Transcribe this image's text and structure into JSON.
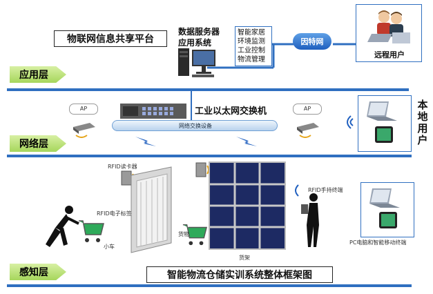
{
  "title": "智能物流仓储实训系统整体框架图",
  "layers": {
    "app": "应用层",
    "net": "网络层",
    "sense": "感知层"
  },
  "app_layer": {
    "platform": "物联网信息共享平台",
    "server_line1": "数据服务器",
    "server_line2": "应用系统",
    "apps": [
      "智能家居",
      "环境监测",
      "工业控制",
      "物流管理"
    ],
    "internet": "因特网",
    "remote_user": "远程用户"
  },
  "net_layer": {
    "ap_left": "AP",
    "ap_right": "AP",
    "switch_name": "工业以太网交换机",
    "switch_device": "网络交换设备",
    "local_user": [
      "本",
      "地",
      "用",
      "户"
    ]
  },
  "sense_layer": {
    "rfid_reader": "RFID读卡器",
    "rfid_tag": "RFID电子标签",
    "cart": "小车",
    "goods": "货物",
    "shelf": "货架",
    "handheld": "RFID手持终端",
    "terminal": "PC电脑和智能移动终端"
  }
}
